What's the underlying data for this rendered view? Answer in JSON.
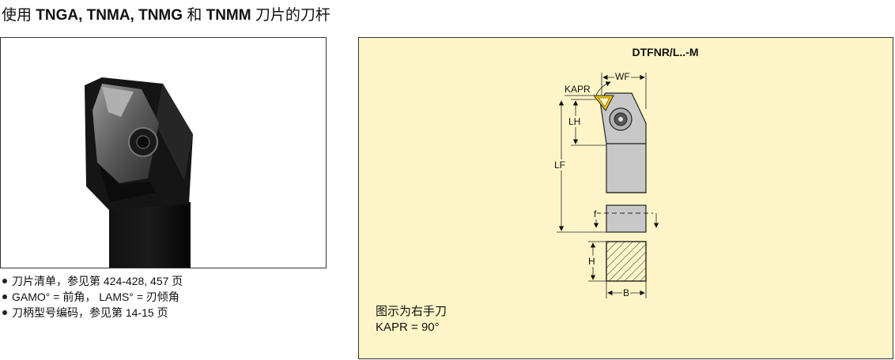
{
  "header": {
    "title_prefix": "使用 ",
    "title_models": "TNGA, TNMA, TNMG",
    "title_and": " 和 ",
    "title_model_last": "TNMM",
    "title_suffix": " 刀片的刀杆"
  },
  "notes": [
    "刀片清单，参见第 424-428, 457 页",
    "GAMO° = 前角， LAMS° = 刃倾角",
    "刀柄型号编码，参见第 14-15 页"
  ],
  "diagram": {
    "title": "DTFNR/L..-M",
    "labels": {
      "wf": "WF",
      "kapr": "KAPR",
      "lh": "LH",
      "lf": "LF",
      "f": "f",
      "h": "H",
      "b": "B"
    },
    "caption_line1": "图示为右手刀",
    "caption_line2": "KAPR = 90°"
  },
  "colors": {
    "diagram_bg": "#fdf5c7",
    "insert_yellow": "#f2c300",
    "shank_gray": "#c8c8c8"
  }
}
